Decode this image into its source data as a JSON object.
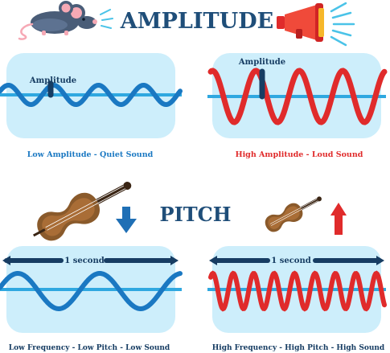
{
  "titles": {
    "amplitude": "AMPLITUDE",
    "pitch": "PITCH"
  },
  "panels": {
    "low_amplitude": {
      "label": "Amplitude",
      "caption": "Low Amplitude - Quiet Sound"
    },
    "high_amplitude": {
      "label": "Amplitude",
      "caption": "High Amplitude - Loud Sound"
    },
    "low_frequency": {
      "label": "1 second",
      "caption": "Low Frequency - Low Pitch - Low Sound"
    },
    "high_frequency": {
      "label": "1 second",
      "caption": "High Frequency - High Pitch - High Sound"
    }
  },
  "colors": {
    "title": "#1f4e79",
    "panel_bg": "#cdeefb",
    "blue_wave": "#1a78c2",
    "red_wave": "#e02b2b",
    "axis": "#2fa8e0",
    "dark_bar": "#173d63",
    "caption_blue": "#1a78c2",
    "caption_red": "#e02b2b",
    "arrow_blue": "#1f6fb5",
    "arrow_red": "#e02b2b",
    "violin": "#8a5a2b"
  },
  "icons": [
    "mouse-icon",
    "megaphone-icon",
    "violin-icon",
    "down-arrow-icon",
    "up-arrow-icon"
  ]
}
